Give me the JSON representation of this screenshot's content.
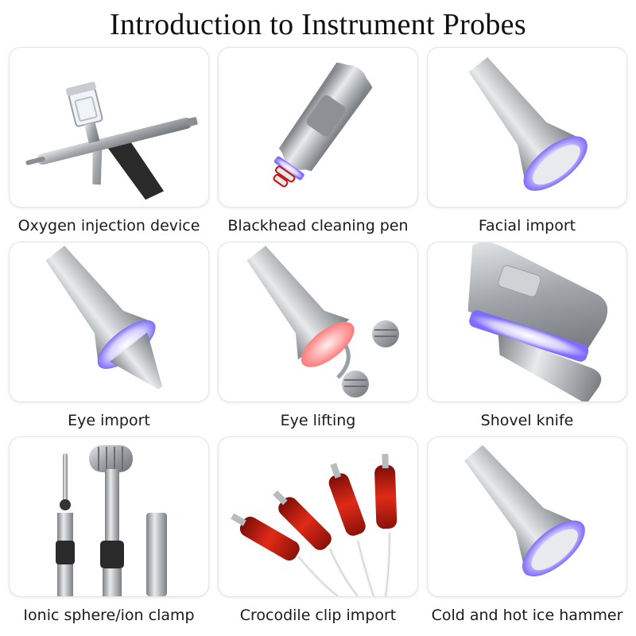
{
  "title": "Introduction to Instrument Probes",
  "probes": [
    {
      "label": "Oxygen injection device"
    },
    {
      "label": "Blackhead cleaning pen"
    },
    {
      "label": "Facial import"
    },
    {
      "label": "Eye import"
    },
    {
      "label": "Eye lifting"
    },
    {
      "label": "Shovel knife"
    },
    {
      "label": "Ionic sphere/ion clamp"
    },
    {
      "label": "Crocodile clip import"
    },
    {
      "label": "Cold and hot ice hammer"
    }
  ],
  "colors": {
    "metal": "#9a9ea3",
    "metal_light": "#d9dcdf",
    "glow_blue": "#8c7cff",
    "glow_pink": "#ff8c8c",
    "clip_red": "#c0180c",
    "grip_black": "#2a2a2a"
  },
  "icons": [
    "airbrush-icon",
    "pen-probe-icon",
    "facial-probe-icon",
    "eye-probe-icon",
    "roller-probe-icon",
    "spatula-probe-icon",
    "ion-rod-icon",
    "crocodile-clip-icon",
    "ice-hammer-icon"
  ]
}
